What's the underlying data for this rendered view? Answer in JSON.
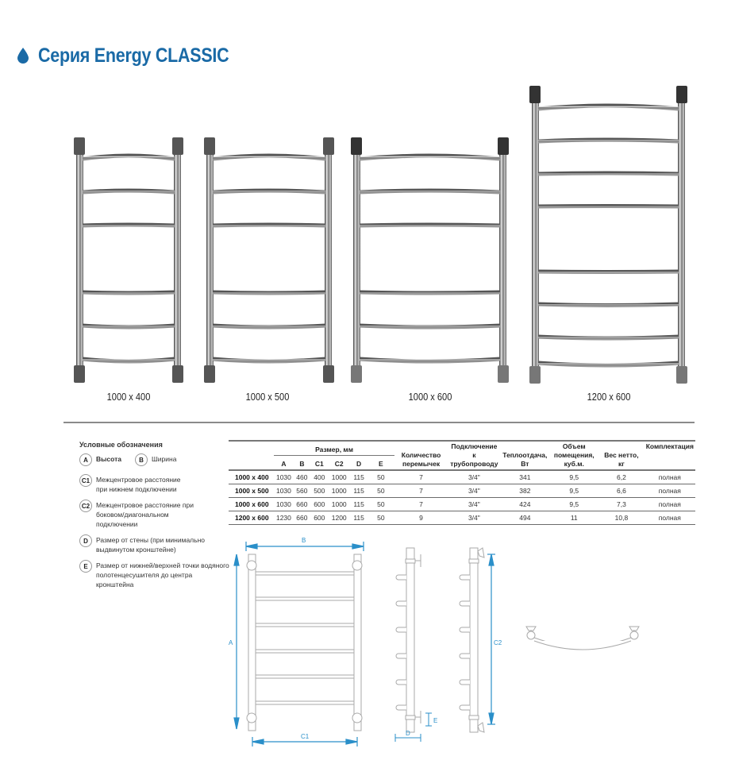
{
  "header": {
    "title": "Серия Energy CLASSIC",
    "icon": "water-drop-icon",
    "accent_color": "#1a6aa6"
  },
  "products": [
    {
      "label": "1000 x 400",
      "rungs": 7
    },
    {
      "label": "1000 x 500",
      "rungs": 7
    },
    {
      "label": "1000 x 600",
      "rungs": 7
    },
    {
      "label": "1200 x 600",
      "rungs": 9
    }
  ],
  "legend": {
    "title": "Условные обозначения",
    "items": [
      {
        "key": "A",
        "text": "Высота"
      },
      {
        "key": "B",
        "text": "Ширина"
      },
      {
        "key": "C1",
        "text": "Межцентровое расстояние при нижнем подключении"
      },
      {
        "key": "C2",
        "text": "Межцентровое расстояние при боковом/диагональном подключении"
      },
      {
        "key": "D",
        "text": "Размер от стены (при минимально выдвинутом кронштейне)"
      },
      {
        "key": "E",
        "text": "Размер от нижней/верхней точки водяного полотенцесушителя до центра кронштейна"
      }
    ]
  },
  "table": {
    "size_group_header": "Размер, мм",
    "size_columns": [
      "A",
      "B",
      "C1",
      "C2",
      "D",
      "E"
    ],
    "other_columns": [
      "Количество перемычек",
      "Подключение к трубопроводу",
      "Теплоотдача, Вт",
      "Объем помещения, куб.м.",
      "Вес нетто, кг",
      "Комплектация"
    ],
    "rows": [
      {
        "model": "1000 x 400",
        "A": "1030",
        "B": "460",
        "C1": "400",
        "C2": "1000",
        "D": "115",
        "E": "50",
        "jumpers": "7",
        "connection": "3/4\"",
        "heat": "341",
        "volume": "9,5",
        "weight": "6,2",
        "kit": "полная"
      },
      {
        "model": "1000 x 500",
        "A": "1030",
        "B": "560",
        "C1": "500",
        "C2": "1000",
        "D": "115",
        "E": "50",
        "jumpers": "7",
        "connection": "3/4\"",
        "heat": "382",
        "volume": "9,5",
        "weight": "6,6",
        "kit": "полная"
      },
      {
        "model": "1000 x 600",
        "A": "1030",
        "B": "660",
        "C1": "600",
        "C2": "1000",
        "D": "115",
        "E": "50",
        "jumpers": "7",
        "connection": "3/4\"",
        "heat": "424",
        "volume": "9,5",
        "weight": "7,3",
        "kit": "полная"
      },
      {
        "model": "1200 x 600",
        "A": "1230",
        "B": "660",
        "C1": "600",
        "C2": "1200",
        "D": "115",
        "E": "50",
        "jumpers": "9",
        "connection": "3/4\"",
        "heat": "494",
        "volume": "11",
        "weight": "10,8",
        "kit": "полная"
      }
    ]
  },
  "diagrams": {
    "front": {
      "dim_top": "B",
      "dim_left": "A",
      "dim_bottom": "C1"
    },
    "side_left": {
      "dim_bottom": "D",
      "dim_right": "E"
    },
    "side_right": {
      "dim_right": "C2"
    },
    "dim_color": "#2a8fc9"
  }
}
